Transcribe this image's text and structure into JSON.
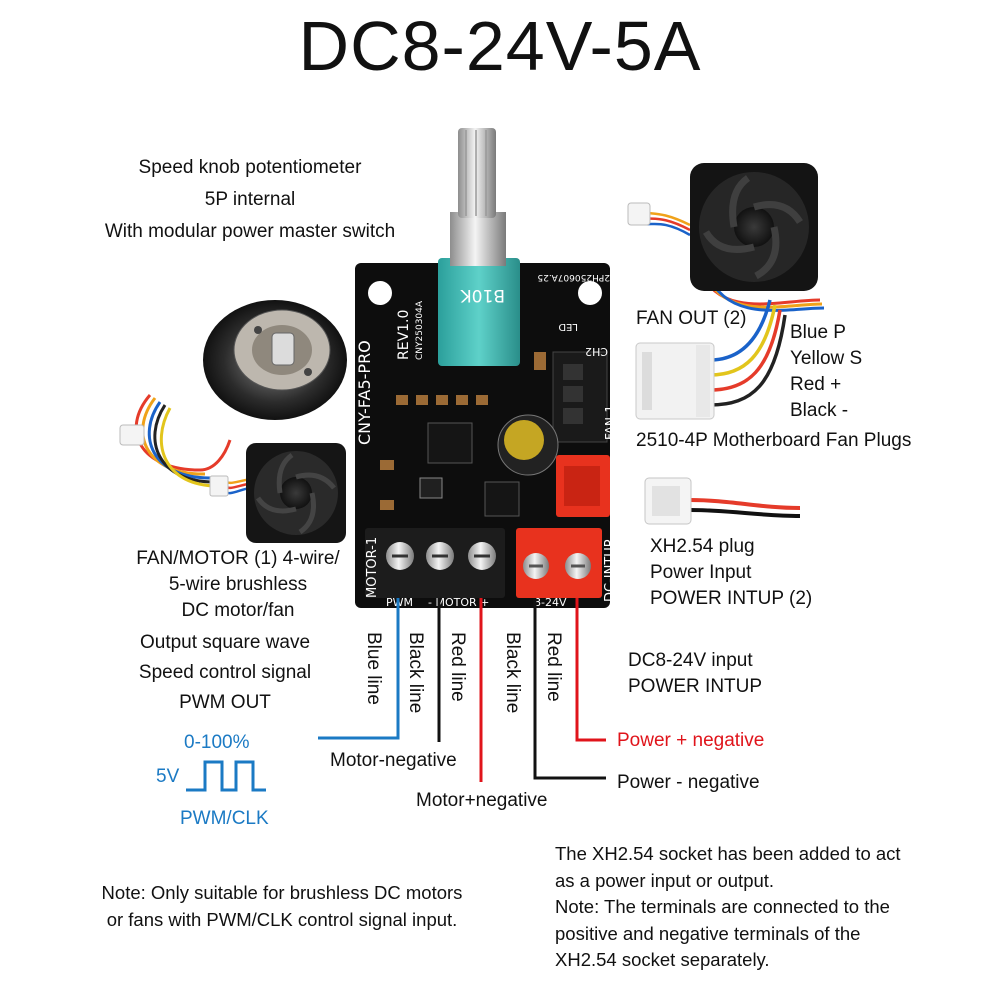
{
  "title": "DC8-24V-5A",
  "knob_callout": [
    "Speed knob potentiometer",
    "5P internal",
    "With modular power master switch"
  ],
  "fan_out_label": "FAN OUT (2)",
  "fan_colors": [
    "Blue P",
    "Yellow S",
    "Red +",
    "Black -"
  ],
  "fan_plug_label": "2510-4P Motherboard Fan Plugs",
  "xh_callout": [
    "XH2.54 plug",
    "Power Input",
    "POWER INTUP (2)"
  ],
  "motor_callout": [
    "FAN/MOTOR (1) 4-wire/",
    "5-wire brushless",
    "DC motor/fan"
  ],
  "pwm_callout": [
    "Output square wave",
    "Speed control signal",
    "PWM OUT"
  ],
  "wave": {
    "range": "0-100%",
    "volt": "5V",
    "name": "PWM/CLK"
  },
  "wires": [
    "Blue line",
    "Black line",
    "Red line",
    "Black line",
    "Red line"
  ],
  "dc_input": [
    "DC8-24V input",
    "POWER INTUP"
  ],
  "power_pos": "Power + negative",
  "power_neg": "Power - negative",
  "motor_neg": "Motor-negative",
  "motor_pos": "Motor+negative",
  "note_left": [
    "Note: Only suitable for brushless DC motors",
    "or fans with PWM/CLK control signal input."
  ],
  "note_right": [
    "The XH2.54 socket has been added to act",
    "as a power input or output.",
    "Note: The terminals are connected to the",
    "positive and negative terminals of the",
    "XH2.54 socket separately."
  ],
  "board": {
    "model": "CNY-FA5-PRO",
    "rev": "REV1.0",
    "code": "CNY250304A",
    "pot": "B10K",
    "batch": "2PH250607A.25",
    "motor_header": "MOTOR-1",
    "pwm_pin": "PWM",
    "motor_pins": "- MOTOR +",
    "dc_header": "DC-INTUP",
    "dc_pins": "8-24V",
    "fan_header": "FAN-1",
    "ch2": "CH2",
    "led": "LED"
  },
  "colors": {
    "pwm_blue": "#1b7ac4",
    "power_red": "#e0141b",
    "board_black": "#0d0d0d",
    "terminal_red": "#e8321e"
  }
}
